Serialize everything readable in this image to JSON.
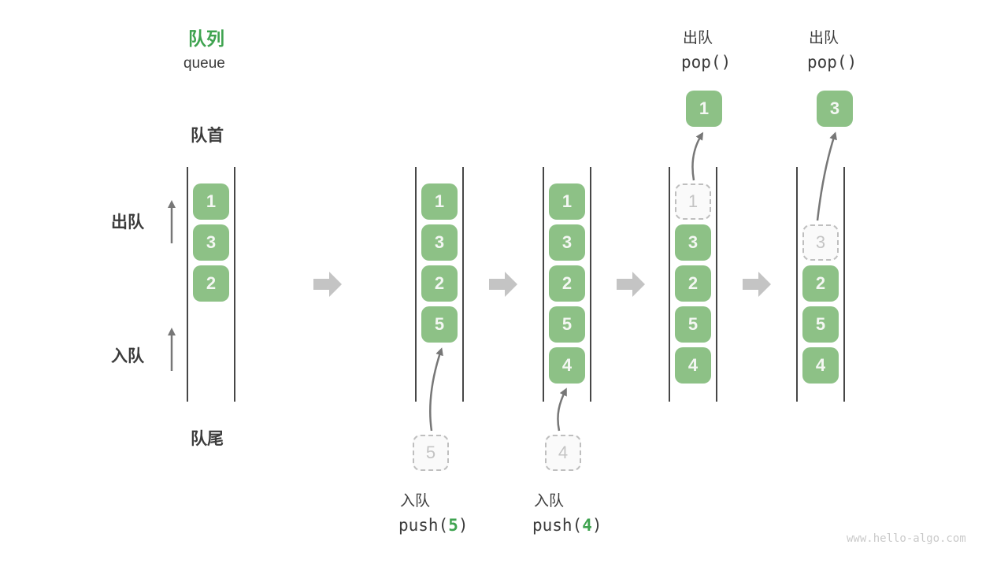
{
  "title": {
    "zh": "队列",
    "en": "queue"
  },
  "position_labels": {
    "front": "队首",
    "rear": "队尾"
  },
  "side_ops": {
    "dequeue": "出队",
    "enqueue": "入队"
  },
  "states": {
    "s1": {
      "cells": [
        "1",
        "3",
        "2"
      ]
    },
    "s2": {
      "cells": [
        "1",
        "3",
        "2",
        "5"
      ],
      "incoming": "5"
    },
    "s3": {
      "cells": [
        "1",
        "3",
        "2",
        "5",
        "4"
      ],
      "incoming": "4"
    },
    "s4": {
      "removed": "1",
      "cells": [
        "3",
        "2",
        "5",
        "4"
      ],
      "popped": "1"
    },
    "s5": {
      "removed": "3",
      "cells": [
        "2",
        "5",
        "4"
      ],
      "popped": "3"
    }
  },
  "ops": {
    "push5": {
      "label": "入队",
      "code_pre": "push(",
      "arg": "5",
      "code_post": ")"
    },
    "push4": {
      "label": "入队",
      "code_pre": "push(",
      "arg": "4",
      "code_post": ")"
    },
    "pop_first": {
      "label": "出队",
      "code": "pop()"
    },
    "pop_second": {
      "label": "出队",
      "code": "pop()"
    }
  },
  "watermark": "www.hello-algo.com",
  "colors": {
    "green_box": "#8dc186",
    "green_accent": "#3fa350",
    "dark_text": "#3c3c3c",
    "block_arrow": "#c4c4c4",
    "thin_arrow": "#777777",
    "dashed_border": "#bfbfbf",
    "rail_line": "#474747",
    "watermark_text": "#cacaca"
  }
}
